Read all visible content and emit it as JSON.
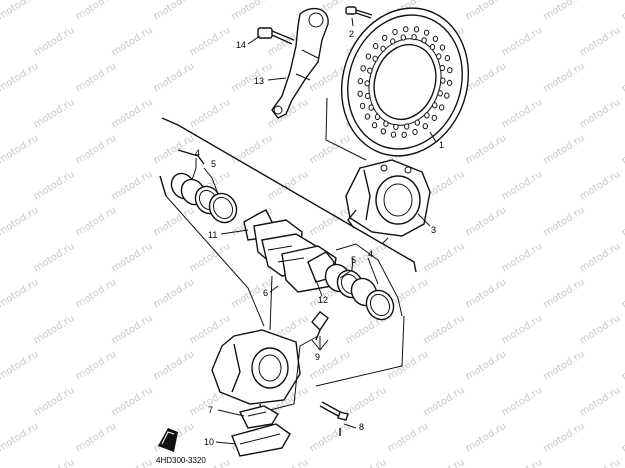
{
  "watermark": "motod.ru",
  "code": "4HD300-3320",
  "callouts": {
    "c1": "1",
    "c2": "2",
    "c3": "3",
    "c4a": "4",
    "c4b": "4",
    "c5a": "5",
    "c5b": "5",
    "c6": "6",
    "c7": "7",
    "c8": "8",
    "c9": "9",
    "c10": "10",
    "c11": "11",
    "c12": "12",
    "c13": "13",
    "c14": "14"
  }
}
